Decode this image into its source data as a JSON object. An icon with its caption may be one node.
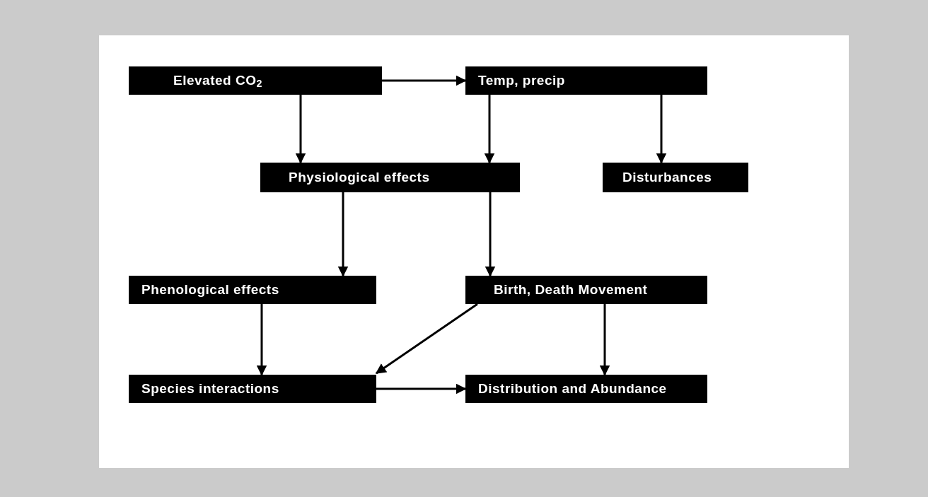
{
  "diagram": {
    "nodes": [
      {
        "text": [
          "Elevated CO$_{2}$"
        ]
      },
      {
        "text": [
          "Temp, precip"
        ]
      },
      {
        "text": [
          "Physiological effects"
        ]
      },
      {
        "text": [
          "Disturbances"
        ]
      },
      {
        "text": [
          "Phenological effects"
        ]
      },
      {
        "text": [
          "Birth, Death Movement"
        ]
      },
      {
        "text": [
          "Species interactions"
        ]
      },
      {
        "text": [
          "Distribution and Abundance"
        ]
      }
    ],
    "edges": [
      {
        "from": 0,
        "to": 1,
        "arrow": "to"
      },
      {
        "from": 0,
        "to": 2,
        "arrow": "to"
      },
      {
        "from": 1,
        "to": 2,
        "arrow": "to"
      },
      {
        "from": 1,
        "to": 3,
        "arrow": "to"
      },
      {
        "from": 2,
        "to": 4,
        "arrow": "to"
      },
      {
        "from": 2,
        "to": 5,
        "arrow": "to"
      },
      {
        "from": 4,
        "to": 6,
        "arrow": "to"
      },
      {
        "from": 5,
        "to": 6,
        "arrow": "to"
      },
      {
        "from": 5,
        "to": 7,
        "arrow": "to"
      },
      {
        "from": 6,
        "to": 7,
        "arrow": "to"
      }
    ]
  }
}
